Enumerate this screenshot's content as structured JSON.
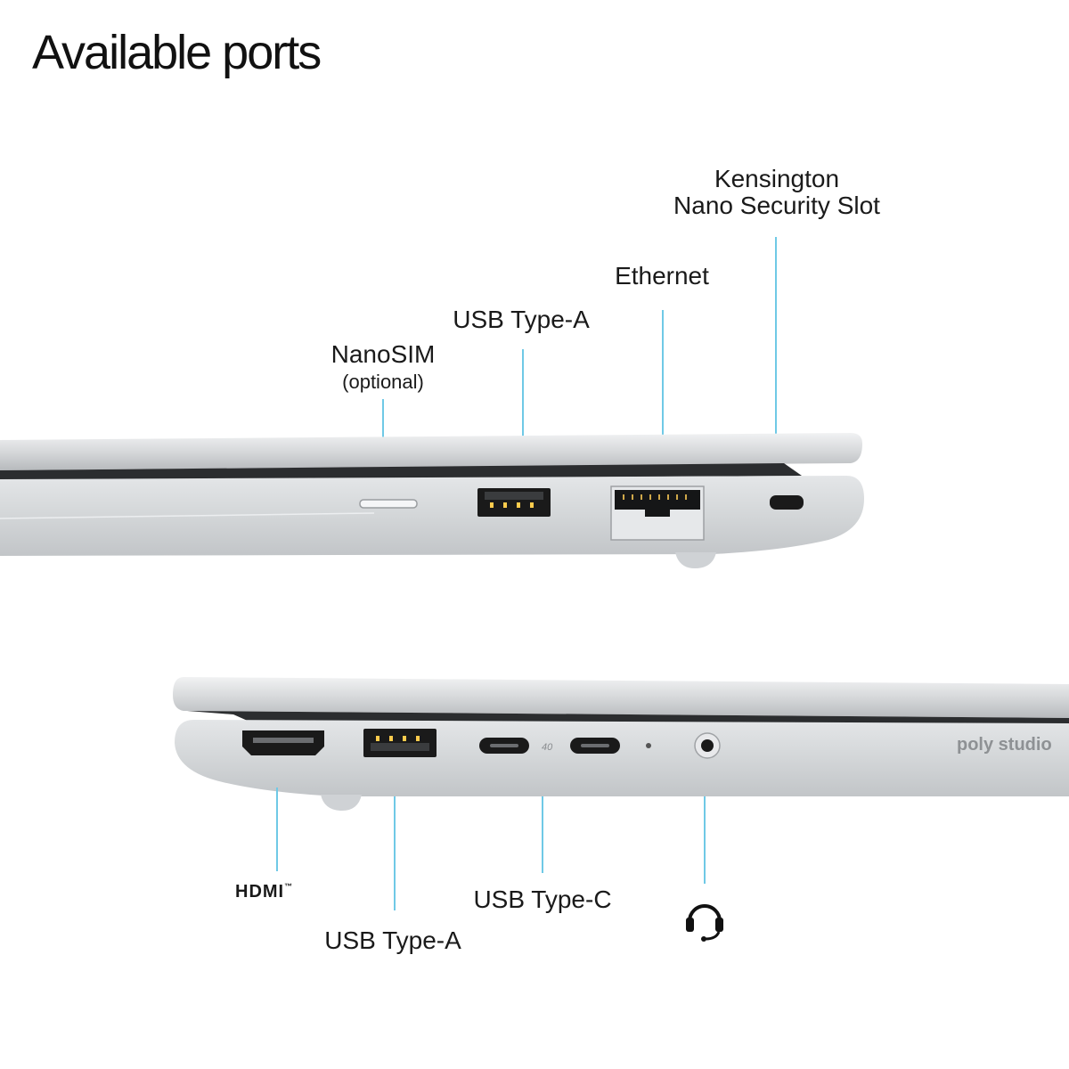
{
  "title": "Available ports",
  "right_side": {
    "labels": {
      "nanosim": "NanoSIM",
      "nanosim_note": "(optional)",
      "usb_a": "USB Type-A",
      "ethernet": "Ethernet",
      "kensington_line1": "Kensington",
      "kensington_line2": "Nano Security Slot"
    }
  },
  "left_side": {
    "labels": {
      "hdmi_logo": "HDMI",
      "hdmi_tm": "™",
      "usb_a": "USB Type-A",
      "usb_c": "USB Type-C",
      "usb_c_speed": "40Gbps",
      "audio": "headset-icon"
    },
    "speaker_brand": "poly studio"
  },
  "colors": {
    "leader": "#6fc9e6",
    "chassis": "#d9dbdd",
    "port": "#1a1a1a"
  }
}
